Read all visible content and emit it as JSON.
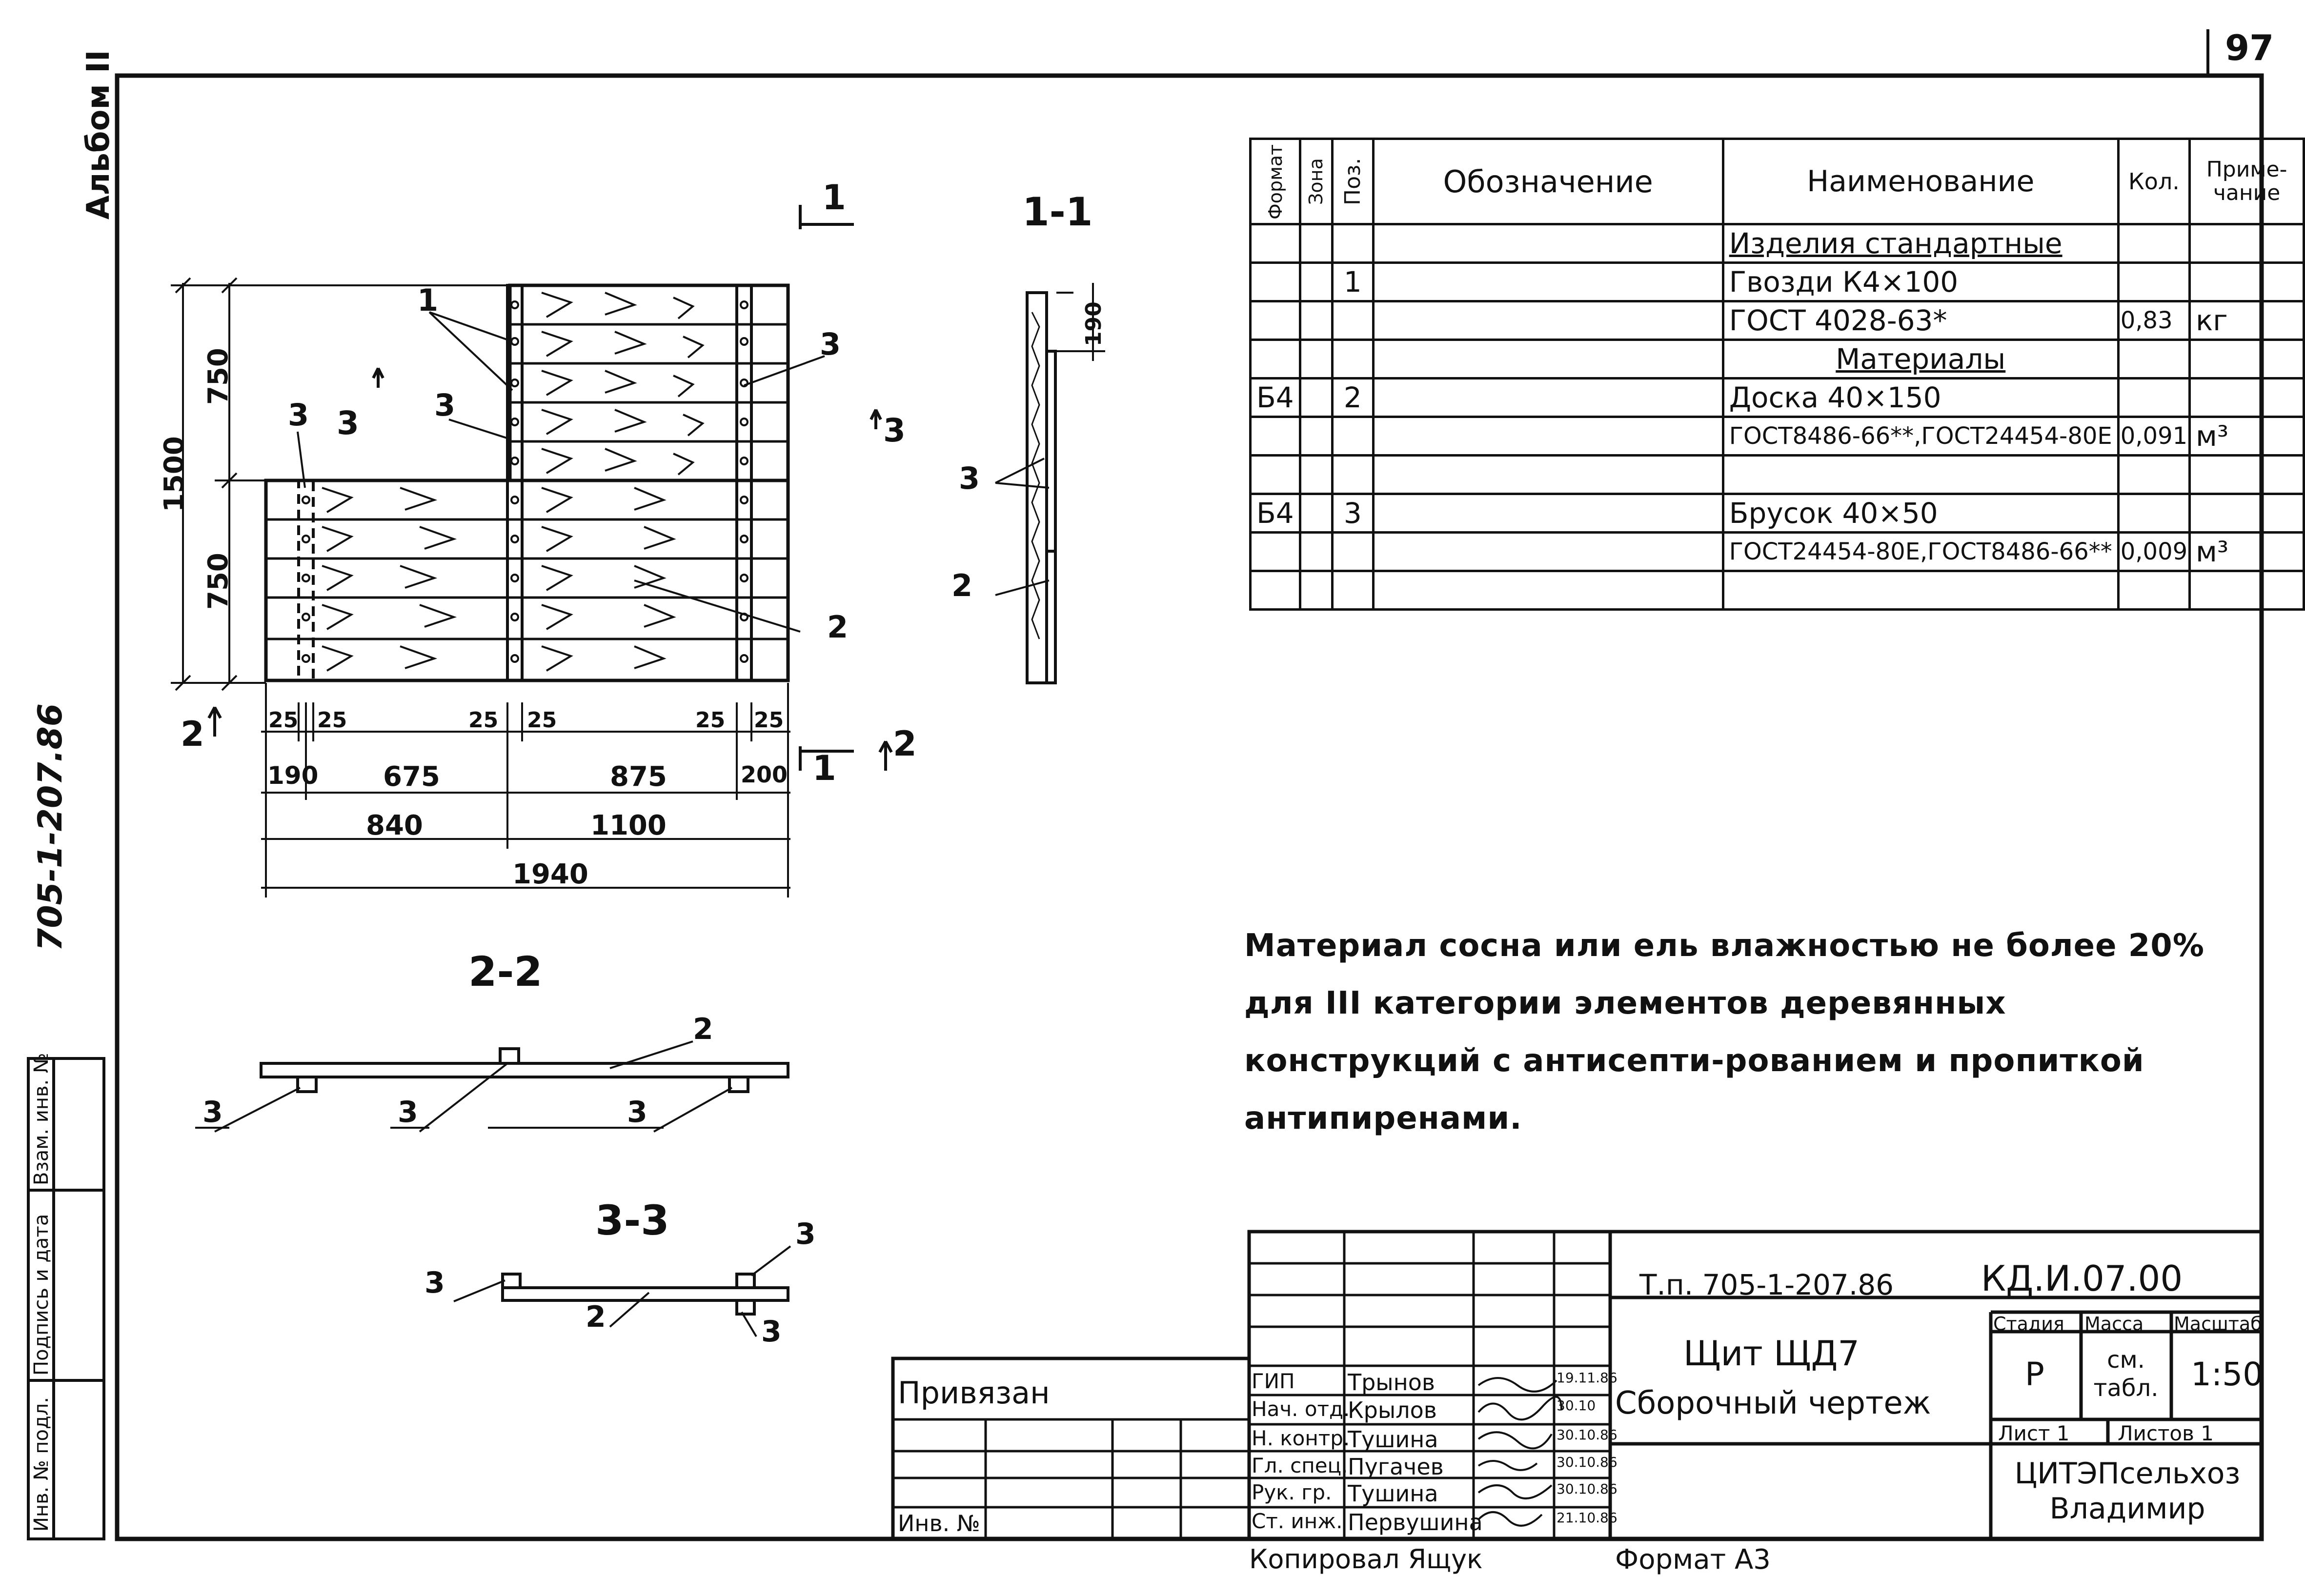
{
  "page_number": "97",
  "album_label": "Альбом II",
  "project_code_side": "705-1-207.86",
  "views": {
    "section_1_1": "1-1",
    "section_2_2": "2-2",
    "section_3_3": "3-3",
    "cut_marks": [
      "1",
      "1",
      "2",
      "2",
      "3",
      "3"
    ]
  },
  "dimensions": {
    "height_total": "1500",
    "height_upper": "750",
    "height_lower": "750",
    "bar_width_left": "25",
    "bar_width_right": "25",
    "bar_width_mid_left": "25",
    "bar_width_mid_right": "25",
    "bar_width_r_left": "25",
    "bar_width_r_right": "25",
    "seg_190": "190",
    "seg_675": "675",
    "seg_875": "875",
    "seg_200": "200",
    "seg_840": "840",
    "seg_1100": "1100",
    "width_total": "1940",
    "section_190": "190"
  },
  "position_callouts": {
    "p1": "1",
    "p2": "2",
    "p3a": "3",
    "p3b": "3",
    "p3c": "3",
    "sec_p3": "3",
    "sec_p2": "2",
    "s22_p2": "2",
    "s22_p3a": "3",
    "s22_p3b": "3",
    "s22_p3c": "3",
    "s33_p3a": "3",
    "s33_p3b": "3",
    "s33_p3c": "3",
    "s33_p2": "2"
  },
  "spec_table": {
    "headers": {
      "format": "Формат",
      "zone": "Зона",
      "pos": "Поз.",
      "designation": "Обозначение",
      "name": "Наименование",
      "qty": "Кол.",
      "note": "Приме-чание"
    },
    "rows": [
      {
        "format": "",
        "zone": "",
        "pos": "",
        "designation": "",
        "name": "Изделия стандартные",
        "qty": "",
        "note": "",
        "style": "u"
      },
      {
        "format": "",
        "zone": "",
        "pos": "1",
        "designation": "",
        "name": "Гвозди   К4×100",
        "qty": "",
        "note": "",
        "style": ""
      },
      {
        "format": "",
        "zone": "",
        "pos": "",
        "designation": "",
        "name": "ГОСТ 4028-63*",
        "qty": "0,83",
        "note": "кг",
        "style": ""
      },
      {
        "format": "",
        "zone": "",
        "pos": "",
        "designation": "",
        "name": "Материалы",
        "qty": "",
        "note": "",
        "style": "u c"
      },
      {
        "format": "Б4",
        "zone": "",
        "pos": "2",
        "designation": "",
        "name": "Доска        40×150",
        "qty": "",
        "note": "",
        "style": ""
      },
      {
        "format": "",
        "zone": "",
        "pos": "",
        "designation": "",
        "name": "ГОСТ8486-66**,ГОСТ24454-80Е",
        "qty": "0,091",
        "note": "м³",
        "style": "sm"
      },
      {
        "format": "",
        "zone": "",
        "pos": "",
        "designation": "",
        "name": "",
        "qty": "",
        "note": "",
        "style": ""
      },
      {
        "format": "Б4",
        "zone": "",
        "pos": "3",
        "designation": "",
        "name": "Брусок   40×50",
        "qty": "",
        "note": "",
        "style": ""
      },
      {
        "format": "",
        "zone": "",
        "pos": "",
        "designation": "",
        "name": "ГОСТ24454-80Е,ГОСТ8486-66**",
        "qty": "0,009",
        "note": "м³",
        "style": "sm"
      },
      {
        "format": "",
        "zone": "",
        "pos": "",
        "designation": "",
        "name": "",
        "qty": "",
        "note": "",
        "style": ""
      }
    ]
  },
  "note_text": "Материал сосна или ель влажностью не более 20% для III категории элементов деревянных конструкций с антисепти-рованием и пропиткой антипиренами.",
  "title_block": {
    "project": "Т.п. 705-1-207.86",
    "code": "КД.И.07.00",
    "object_title": "Щит ЩД7",
    "drawing_title": "Сборочный чертеж",
    "stage_label": "Стадия",
    "mass_label": "Масса",
    "scale_label": "Масштаб",
    "stage": "Р",
    "mass": "см. табл.",
    "scale": "1:50",
    "sheet": "Лист 1",
    "sheets": "Листов 1",
    "organization": "ЦИТЭПсельхоз Владимир",
    "linked": "Привязан",
    "inv_no": "Инв. №",
    "copied": "Копировал Ящук",
    "format": "Формат А3",
    "side_labels": [
      "Инв. № подл.",
      "Подпись и дата",
      "Взам. инв. №"
    ],
    "people": [
      {
        "role": "ГИП",
        "name": "Трынов",
        "date": "19.11.86"
      },
      {
        "role": "Нач. отд.",
        "name": "Крылов",
        "date": "30.10"
      },
      {
        "role": "Н. контр.",
        "name": "Тушина",
        "date": "30.10.86"
      },
      {
        "role": "Гл. спец.",
        "name": "Пугачев",
        "date": "30.10.86"
      },
      {
        "role": "Рук. гр.",
        "name": "Тушина",
        "date": "30.10.86"
      },
      {
        "role": "Ст. инж.",
        "name": "Первушина",
        "date": "21.10.86"
      }
    ]
  },
  "colors": {
    "ink": "#111111",
    "paper": "#ffffff"
  }
}
